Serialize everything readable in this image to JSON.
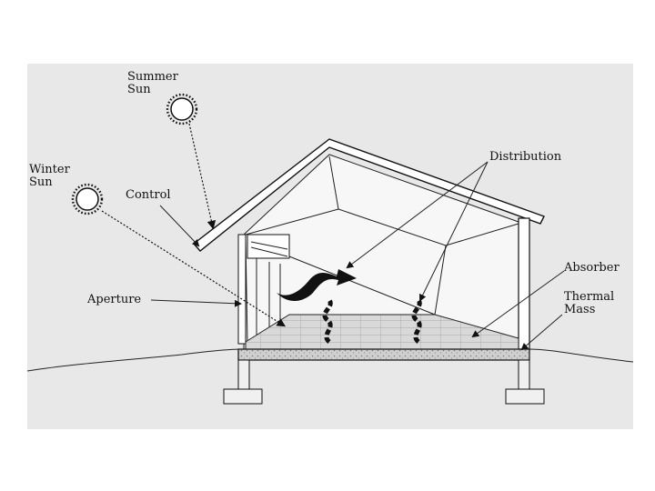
{
  "labels": {
    "summer_sun_line1": "Summer",
    "summer_sun_line2": "Sun",
    "winter_sun_line1": "Winter",
    "winter_sun_line2": "Sun",
    "control": "Control",
    "aperture": "Aperture",
    "distribution": "Distribution",
    "absorber": "Absorber",
    "thermal_mass_line1": "Thermal",
    "thermal_mass_line2": "Mass"
  },
  "colors": {
    "background_panel": "#e8e8e8",
    "interior": "#f7f7f7",
    "ink": "#111111",
    "floor": "#d8d8d8"
  }
}
